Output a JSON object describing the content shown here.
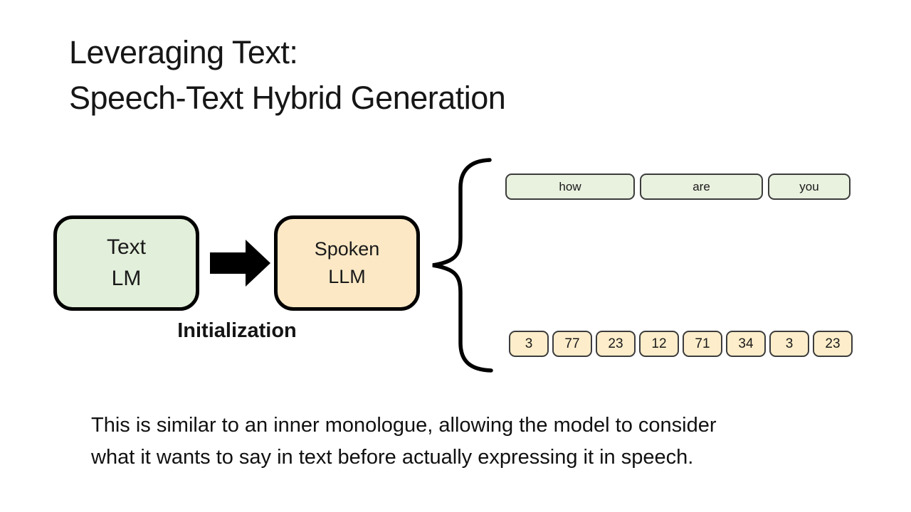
{
  "slide": {
    "title": {
      "line1": "Leveraging Text:",
      "line2": "Speech-Text Hybrid Generation"
    },
    "diagram": {
      "text_lm_box": {
        "line1": "Text",
        "line2": "LM"
      },
      "spoken_llm_box": {
        "line1": "Spoken",
        "line2": "LLM"
      },
      "arrow_label": "Initialization",
      "text_tokens": [
        "how",
        "are",
        "you"
      ],
      "speech_tokens": [
        "3",
        "77",
        "23",
        "12",
        "71",
        "34",
        "3",
        "23"
      ]
    },
    "caption": {
      "line1": "This is similar to an inner monologue, allowing the model to consider",
      "line2": "what it wants to say in text before actually expressing it in speech."
    },
    "colors": {
      "background": "#ffffff",
      "text": "#1a1a1a",
      "text_lm_fill": "#e2efda",
      "spoken_llm_fill": "#fce8c5",
      "text_token_fill": "#e9f1df",
      "speech_token_fill": "#fdedca",
      "box_border": "#000000",
      "token_border": "#3c3c3c",
      "arrow_fill": "#000000",
      "brace_stroke": "#000000"
    }
  }
}
